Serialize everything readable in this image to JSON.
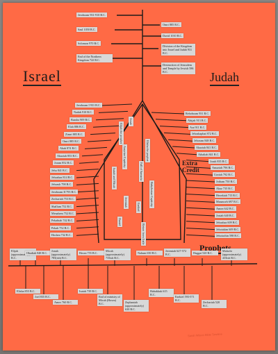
{
  "headings": {
    "israel": "Israel",
    "judah": "Judah",
    "prophets": "Prophets",
    "extra_credit": "Extra Credit"
  },
  "top_left": [
    "Jeroboam 931-910 B.C.",
    "Saul 1050 B.C.",
    "Solomon 970 B.C.",
    "End of the Northern Kingdom 722 B.C."
  ],
  "top_right": [
    "Omri 885 B.C.",
    "David 1010 B.C.",
    "Division of the Kingdom into Israel and Judah 931 B.C.",
    "Destruction of Jerusalem and Temple by Jewish 586 B.C."
  ],
  "israel_kings": [
    "Jeroboam I 931 B.C.",
    "Nadab 910 B.C.",
    "Baasha 909 B.C.",
    "Elah 886 B.C.",
    "Zimri 885 B.C.",
    "Omri 885 B.C.",
    "Ahab 874 B.C.",
    "Ahaziah 853 B.C.",
    "Joram 852 B.C.",
    "Jehu 841 B.C.",
    "Jehoahaz 814 B.C.",
    "Jehoash 798 B.C.",
    "Jeroboam II 793 B.C.",
    "Zechariah 753 B.C.",
    "Shallum 752 B.C.",
    "Menahem 752 B.C.",
    "Pekahiah 742 B.C.",
    "Pekah 752 B.C.",
    "Hoshea 732 B.C."
  ],
  "judah_kings": [
    "Rehoboam 931 B.C.",
    "Abijah 913 B.C.",
    "Asa 911 B.C.",
    "Jehoshaphat 872 B.C.",
    "Jehoram 848 B.C.",
    "Ahaziah 841 B.C.",
    "Athaliah 841 B.C.",
    "Joash 835 B.C.",
    "Amaziah 796 B.C.",
    "Uzziah 792 B.C.",
    "Jotham 750 B.C.",
    "Ahaz 735 B.C.",
    "Hezekiah 715 B.C.",
    "Manasseh 697 B.C.",
    "Amon 642 B.C.",
    "Josiah 640 B.C.",
    "Jehoahaz 609 B.C.",
    "Jehoiakim 609 B.C.",
    "Jehoiachin 598 B.C."
  ],
  "middle_notes": [
    "Elijah the prophet",
    "Jonah",
    "Assyrian Captivity",
    "Elisha the prophet",
    "Isaiah and Micah",
    "Fall of Samaria",
    "Babylonian Captivity",
    "Jeremiah",
    "Ezekiel",
    "Daniel",
    "Return from Exile"
  ],
  "prophets_top": [
    "Elijah (approximately) 8?? B.C.",
    "Obadiah 848 B.C.",
    "Jonah (approximately) 785(ish) B.C.",
    "Hosea 755 B.C.",
    "Micah (approximately) 735ish B.C.",
    "Nahum 650 B.C.",
    "Jeremiah 627-572 B.C.",
    "Haggai 520 B.C.",
    "Malachi (approximately) 435ish B.C."
  ],
  "prophets_bottom": [
    "Elisha 855 B.C.",
    "Joel 835 B.C.",
    "Amos 760 B.C.",
    "Isaiah 739 B.C.",
    "End of ministry of Micah (Hosea) B.C.",
    "Zephaniah (approximately) 630 B.C.",
    "Habakkuk 615 B.C.",
    "Ezekiel 593-571 B.C.",
    "Zechariah 520 B.C."
  ],
  "signature": "Sarah Wilson Bible Timeline"
}
